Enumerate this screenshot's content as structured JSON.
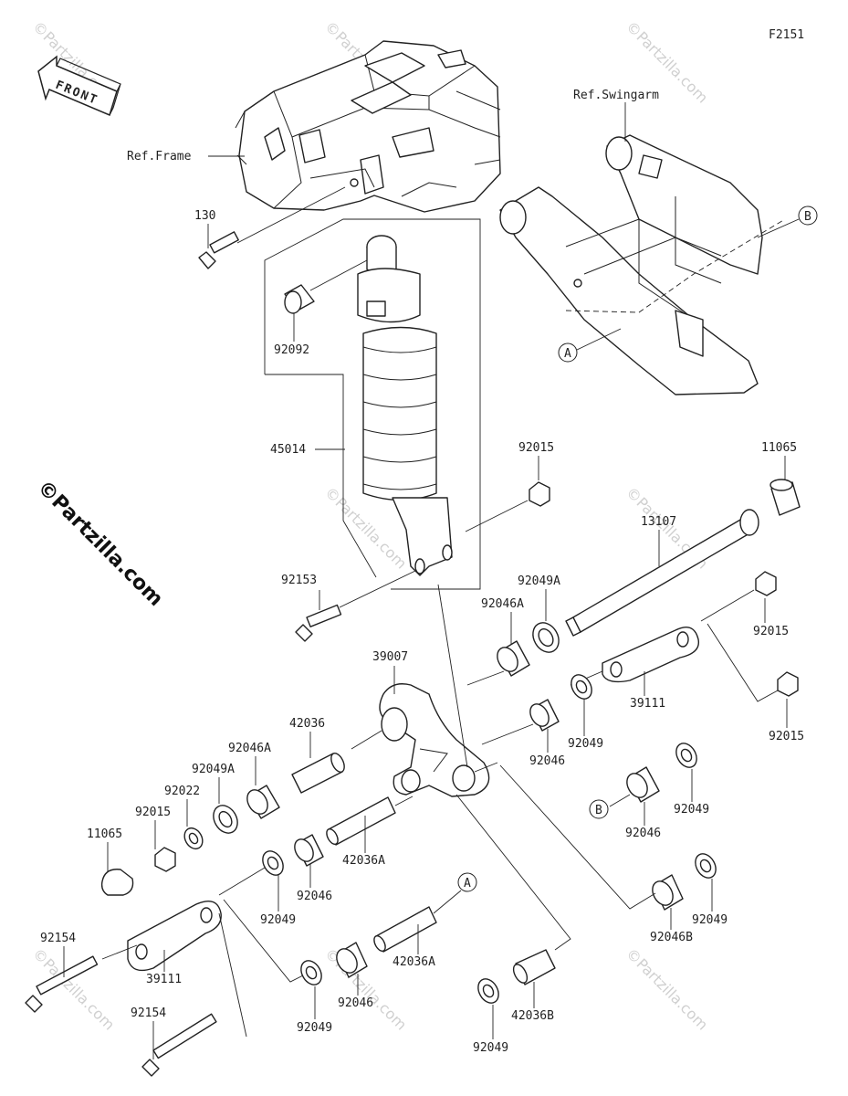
{
  "diagram_code": "F2151",
  "front_label": "FRONT",
  "ref_frame": "Ref.Frame",
  "ref_swingarm": "Ref.Swingarm",
  "watermark": "©Partzilla.com",
  "callout_a": "A",
  "callout_b": "B",
  "parts": {
    "p130": "130",
    "p92092": "92092",
    "p45014": "45014",
    "p92153": "92153",
    "p92015_top": "92015",
    "p11065_right": "11065",
    "p13107": "13107",
    "p92049A_r": "92049A",
    "p92046A_r": "92046A",
    "p92015_r1": "92015",
    "p92015_r2": "92015",
    "p39007": "39007",
    "p39111_r": "39111",
    "p92049_r1": "92049",
    "p92046_r1": "92046",
    "p42036": "42036",
    "p92046A_l": "92046A",
    "p92049A_l": "92049A",
    "p92022": "92022",
    "p92015_l": "92015",
    "p11065_left": "11065",
    "p42036A_1": "42036A",
    "p92046_l1": "92046",
    "p92049_l1": "92049",
    "p92049_r2": "92049",
    "p92046_r2": "92046",
    "p92049_r3": "92049",
    "p92046B": "92046B",
    "p92154_1": "92154",
    "p39111_l": "39111",
    "p42036A_2": "42036A",
    "p92046_l2": "92046",
    "p92049_l2": "92049",
    "p92154_2": "92154",
    "p92049_b": "92049",
    "p42036B": "42036B"
  }
}
